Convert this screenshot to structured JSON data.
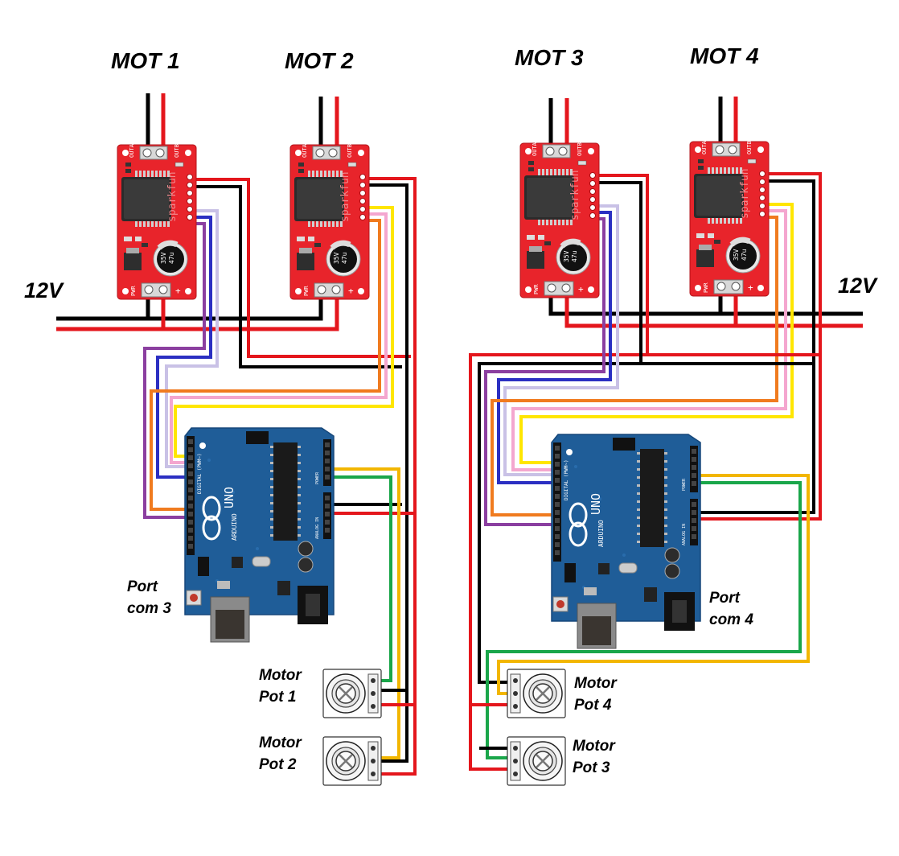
{
  "labels": {
    "mot1": "MOT 1",
    "mot2": "MOT  2",
    "mot3": "MOT 3",
    "mot4": "MOT 4",
    "v12_left": "12V",
    "v12_right": "12V",
    "port_com3_line1": "Port",
    "port_com3_line2": "com 3",
    "port_com4_line1": "Port",
    "port_com4_line2": "com 4",
    "pot1_line1": "Motor",
    "pot1_line2": "Pot 1",
    "pot2_line1": "Motor",
    "pot2_line2": "Pot 2",
    "pot4_line1": "Motor",
    "pot4_line2": "Pot 4",
    "pot3_line1": "Motor",
    "pot3_line2": "Pot 3"
  },
  "components": {
    "driver_pin_labels": [
      "OUTA",
      "OUTB"
    ],
    "driver_power_pins": [
      "PWR",
      "+"
    ],
    "arduino_board_text": [
      "UNO",
      "ARDUINO",
      "DIGITAL (PWM~)",
      "POWER",
      "ANALOG IN"
    ]
  },
  "colors": {
    "driver_board": "#e8242b",
    "arduino_board": "#1d5f9c",
    "wire_black": "#000000",
    "wire_red": "#e4161c",
    "wire_purple": "#8b3fa0",
    "wire_blue": "#2b2fc2",
    "wire_lavender": "#c9c1e6",
    "wire_pink": "#f4a6cf",
    "wire_orange": "#f07b1f",
    "wire_yellow": "#ffe600",
    "wire_gold": "#f2b600",
    "wire_green": "#1aa64a"
  }
}
